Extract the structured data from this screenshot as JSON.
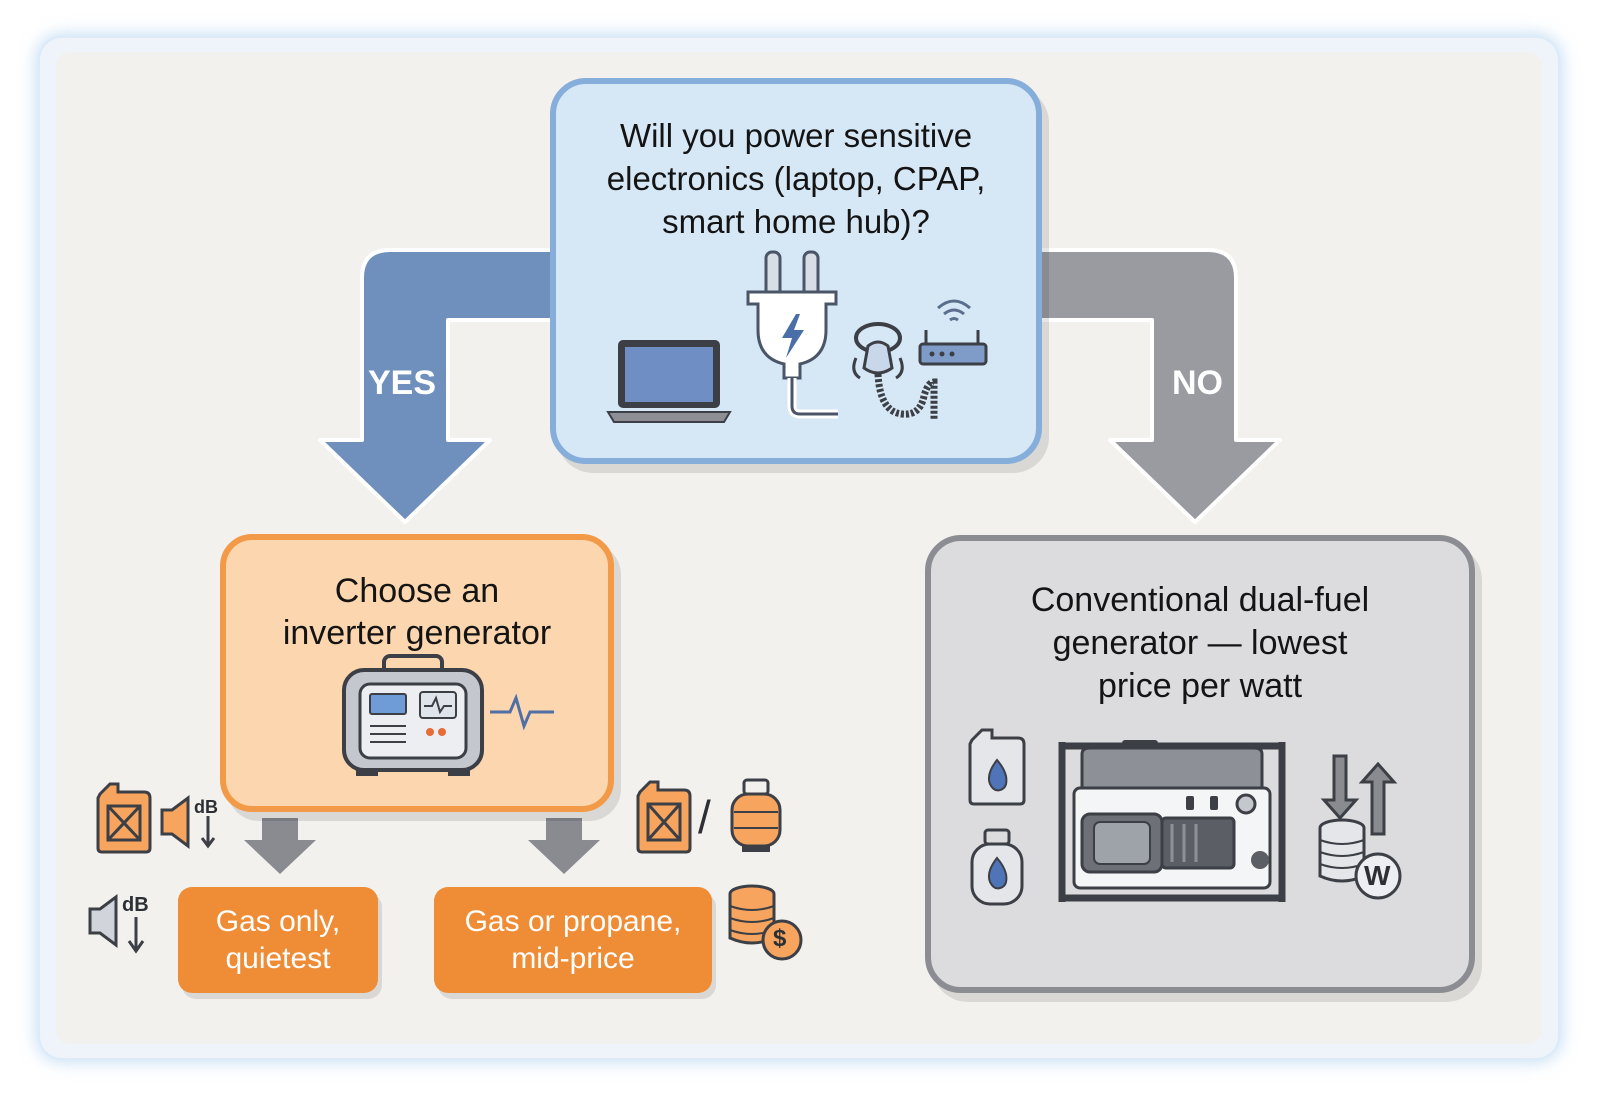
{
  "question": {
    "lines": [
      "Will you power sensitive",
      "electronics (laptop, CPAP,",
      "smart home hub)?"
    ]
  },
  "branches": {
    "yes": "YES",
    "no": "NO"
  },
  "inverter": {
    "lines": [
      "Choose an",
      "inverter generator"
    ]
  },
  "conventional": {
    "lines": [
      "Conventional dual-fuel",
      "generator — lowest",
      "price per watt"
    ]
  },
  "options": {
    "gas_only": {
      "lines": [
        "Gas only,",
        "quietest"
      ]
    },
    "gas_propane": {
      "lines": [
        "Gas or propane,",
        "mid-price"
      ]
    }
  },
  "icon_labels": {
    "db": "dB",
    "watt": "W",
    "dollar": "$",
    "slash": "/"
  },
  "colors": {
    "yes_arrow": "#6f8fbd",
    "no_arrow": "#9a9ba1",
    "orange": "#ef8c36",
    "question_fill": "#d6e7f6",
    "inverter_fill": "#fbd6ae",
    "conventional_fill": "#dcdcdf"
  },
  "icons": [
    "laptop-icon",
    "plug-icon",
    "cpap-mask-icon",
    "router-icon",
    "inverter-generator-icon",
    "waveform-icon",
    "gas-can-icon",
    "speaker-icon",
    "propane-tank-icon",
    "coins-icon",
    "dual-fuel-generator-icon",
    "arrows-up-down-icon"
  ]
}
